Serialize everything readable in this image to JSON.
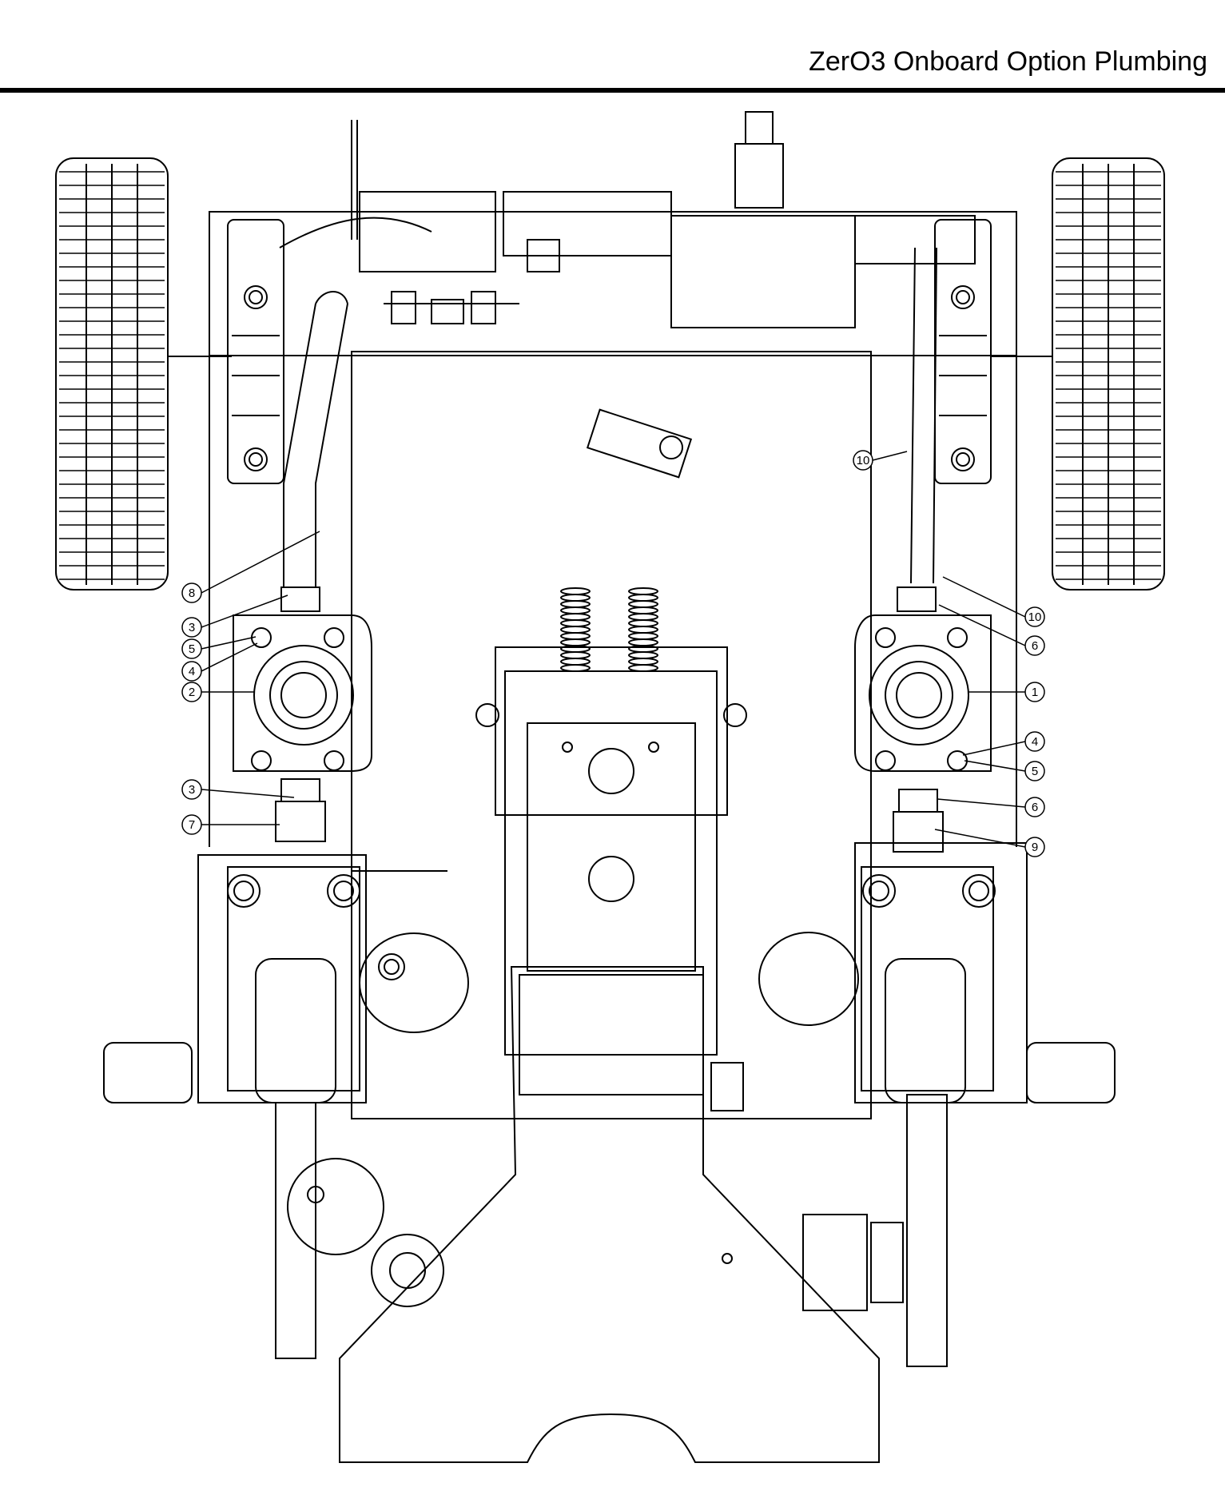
{
  "header": {
    "title": "ZerO3 Onboard Option Plumbing"
  },
  "callouts": [
    {
      "id": "c8",
      "label": "8"
    },
    {
      "id": "c3a",
      "label": "3"
    },
    {
      "id": "c5a",
      "label": "5"
    },
    {
      "id": "c4a",
      "label": "4"
    },
    {
      "id": "c2",
      "label": "2"
    },
    {
      "id": "c3b",
      "label": "3"
    },
    {
      "id": "c7",
      "label": "7"
    },
    {
      "id": "c10a",
      "label": "10"
    },
    {
      "id": "c10b",
      "label": "10"
    },
    {
      "id": "c6a",
      "label": "6"
    },
    {
      "id": "c1",
      "label": "1"
    },
    {
      "id": "c4b",
      "label": "4"
    },
    {
      "id": "c5b",
      "label": "5"
    },
    {
      "id": "c6b",
      "label": "6"
    },
    {
      "id": "c9",
      "label": "9"
    }
  ]
}
